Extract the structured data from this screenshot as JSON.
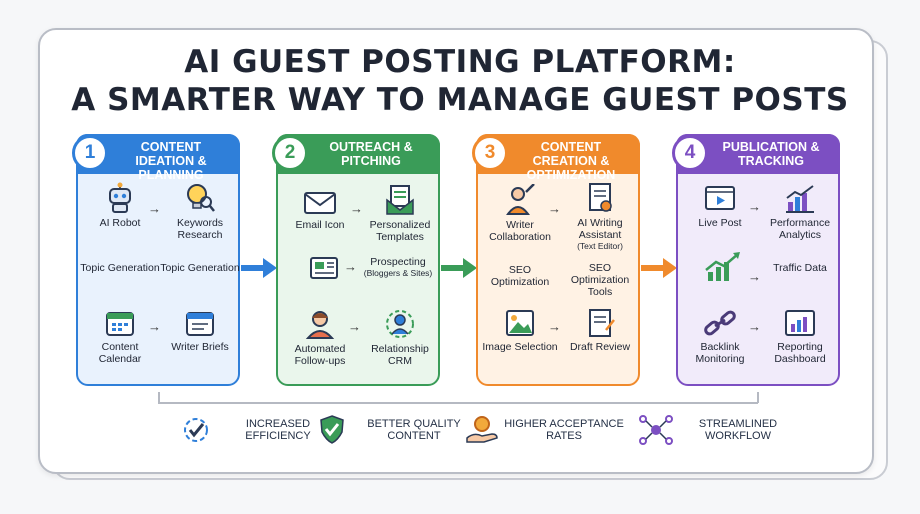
{
  "title": {
    "line1": "AI GUEST POSTING PLATFORM:",
    "line2": "A SMARTER WAY TO MANAGE GUEST POSTS"
  },
  "stages": [
    {
      "number": "1",
      "title": "CONTENT IDEATION & PLANNING",
      "color": "#2f7fd9",
      "items": [
        "AI Robot",
        "Keywords Research",
        "Topic Generation",
        "Topic Generation",
        "Content Calendar",
        "Writer Briefs"
      ]
    },
    {
      "number": "2",
      "title": "OUTREACH & PITCHING",
      "color": "#3a9c58",
      "items": [
        "Email Icon",
        "Personalized Templates",
        "Prospecting",
        "(Bloggers & Sites)",
        "Automated Follow-ups",
        "Relationship CRM"
      ]
    },
    {
      "number": "3",
      "title": "CONTENT CREATION & OPTIMIZATION",
      "color": "#f08a2c",
      "items": [
        "Writer Collaboration",
        "AI Writing Assistant",
        "(Text Editor)",
        "SEO Optimization",
        "SEO Optimization Tools",
        "Image Selection",
        "Draft Review"
      ]
    },
    {
      "number": "4",
      "title": "PUBLICATION & TRACKING",
      "color": "#7c4fc2",
      "items": [
        "Live Post",
        "Performance Analytics",
        "Traffic Data",
        "Backlink Monitoring",
        "Reporting Dashboard"
      ]
    }
  ],
  "benefits": [
    "INCREASED EFFICIENCY",
    "BETTER QUALITY CONTENT",
    "HIGHER ACCEPTANCE RATES",
    "STREAMLINED WORKFLOW"
  ]
}
